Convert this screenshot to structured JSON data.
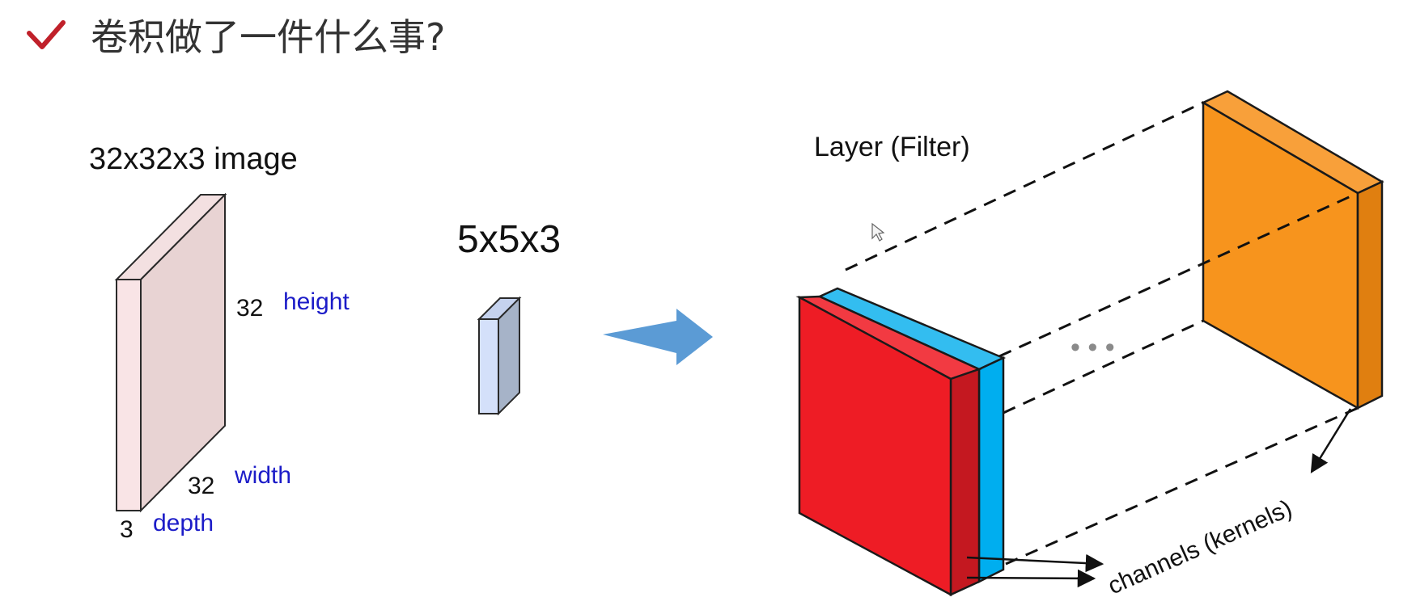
{
  "slide": {
    "title": "卷积做了一件什么事?",
    "check_icon": "checkmark-icon"
  },
  "input_volume": {
    "label": "32x32x3 image",
    "height_value": "32",
    "height_name": "height",
    "width_value": "32",
    "width_name": "width",
    "depth_value": "3",
    "depth_name": "depth"
  },
  "kernel": {
    "label": "5x5x3"
  },
  "layer": {
    "label": "Layer (Filter)",
    "ellipsis": "• • •",
    "channels_label": "channels (kernels)"
  },
  "colors": {
    "check": "#c0202a",
    "input_front": "#f9e4e6",
    "input_side": "#e8d3d3",
    "kernel_front": "#d4e0fa",
    "kernel_side": "#a6b3c8",
    "arrow": "#5b9bd5",
    "red_channel": "#ee1c25",
    "blue_channel": "#00aeef",
    "orange_channel": "#f7941d",
    "dim_label": "#1c1cc8"
  }
}
